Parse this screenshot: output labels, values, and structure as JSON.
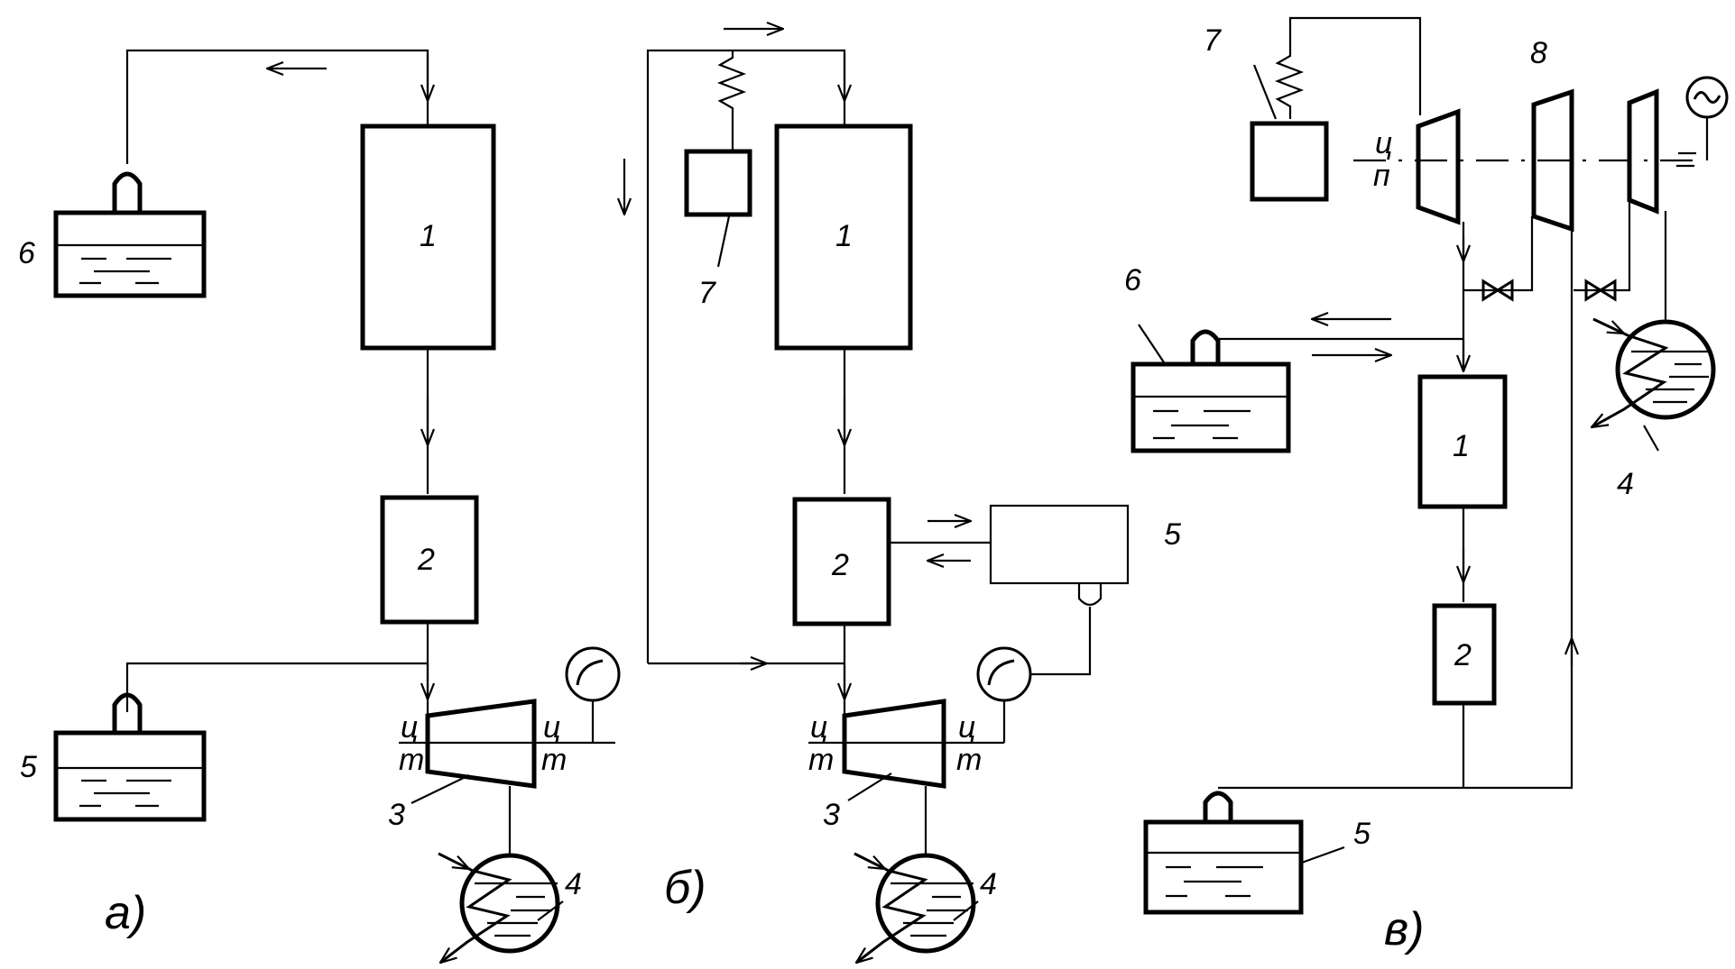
{
  "labels": {
    "a1": "1",
    "a2": "2",
    "a3": "3",
    "a4": "4",
    "a5": "5",
    "a6": "6",
    "b1": "1",
    "b2": "2",
    "b3": "3",
    "b4": "4",
    "b5": "5",
    "b7": "7",
    "v1": "1",
    "v2": "2",
    "v4": "4",
    "v5": "5",
    "v6": "6",
    "v7": "7",
    "v8": "8"
  },
  "captions": {
    "a": "а)",
    "b": "б)",
    "v": "в)"
  },
  "symbols": {
    "ts": "ц",
    "t": "т",
    "p": "п"
  },
  "icons": {
    "arrow": "arrow-icon",
    "gauge": "gauge-icon",
    "generator": "generator-icon",
    "valve": "valve-icon"
  }
}
